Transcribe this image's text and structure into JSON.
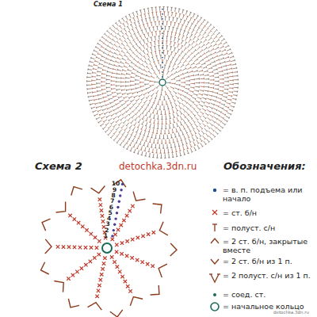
{
  "diagram": {
    "labels": [
      "Схема 1",
      "Схема 2",
      "detochka.3dn.ru",
      "Обозначения:",
      "1",
      "2",
      "3",
      "4",
      "5",
      "6",
      "7",
      "8",
      "9",
      "10",
      "detochka.3dn.ru"
    ],
    "legend": [
      {
        "text": "= в. п. подъема или начало"
      },
      {
        "text": "= ст. б/н"
      },
      {
        "text": "= полуст. с/н"
      },
      {
        "text": "= 2 ст. б/н, закрытые вместе"
      },
      {
        "text": "= 2 ст. б/н из 1 п."
      },
      {
        "text": "= 2 полуст. с/н из 1 п."
      },
      {
        "text": "= соед. ст."
      },
      {
        "text": "= начальное кольцо"
      }
    ]
  }
}
